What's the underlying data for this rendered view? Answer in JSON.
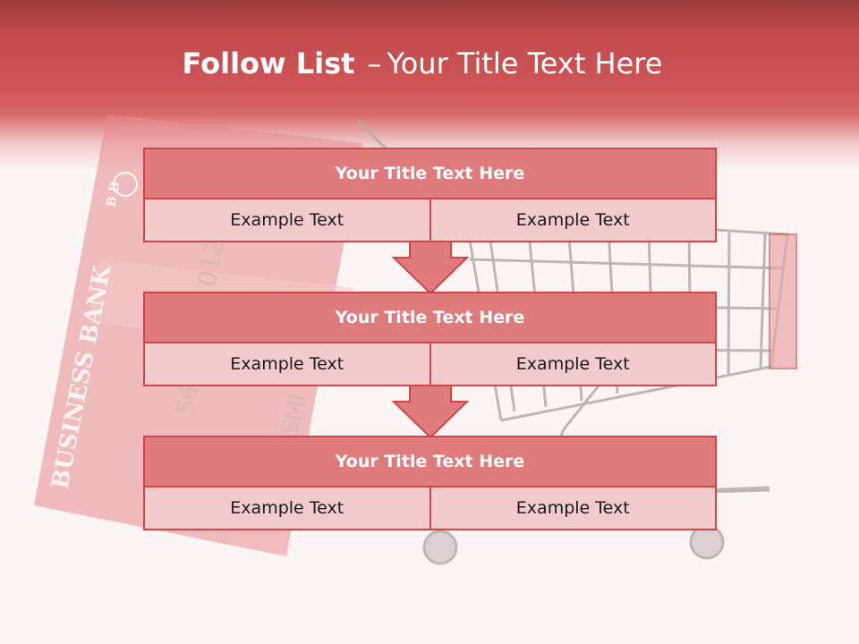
{
  "slide": {
    "title_bold": "Follow List",
    "title_dash": "–",
    "title_rest": "Your Title Text Here"
  },
  "background_art": {
    "card_text": "BUSINESS BANK",
    "card_logo": "B B",
    "card_number_partial": "012",
    "card_digits_partial": "56",
    "card_name_partial": "SMI"
  },
  "rows": [
    {
      "title": "Your Title Text Here",
      "left": "Example Text",
      "right": "Example Text"
    },
    {
      "title": "Your Title Text Here",
      "left": "Example Text",
      "right": "Example Text"
    },
    {
      "title": "Your Title Text Here",
      "left": "Example Text",
      "right": "Example Text"
    }
  ],
  "colors": {
    "accent": "#d0444a",
    "header_fill": "#df7b7d",
    "cell_fill": "#f2cccd",
    "banner": "#cf5658"
  }
}
